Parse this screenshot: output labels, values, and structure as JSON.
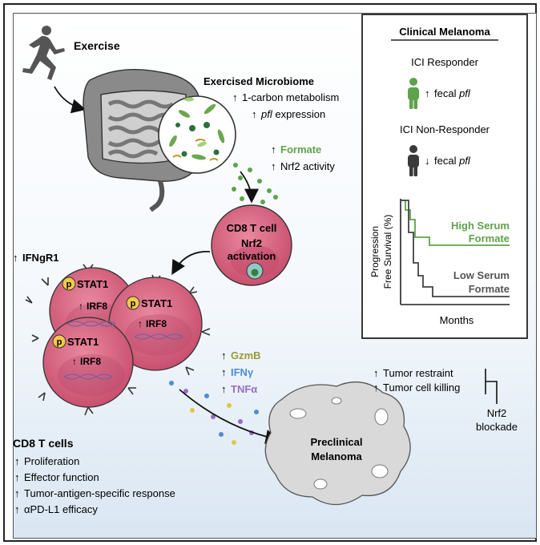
{
  "exercise": {
    "label": "Exercise"
  },
  "microbiome": {
    "title": "Exercised Microbiome",
    "line1": "1-carbon metabolism",
    "line2_italic": "pfl",
    "line2_rest": " expression"
  },
  "formate": {
    "label": "Formate",
    "nrf2": "Nrf2 activity"
  },
  "cd8_cell": {
    "line1": "CD8 T cell",
    "line2": "Nrf2",
    "line3": "activation"
  },
  "ifngr": {
    "label": "IFNgR1"
  },
  "cells": [
    {
      "stat": "STAT1",
      "irf": "IRF8",
      "p": "p"
    },
    {
      "stat": "STAT1",
      "irf": "IRF8",
      "p": "p"
    },
    {
      "stat": "STAT1",
      "irf": "IRF8",
      "p": "p"
    }
  ],
  "cytokines": [
    {
      "label": "GzmB",
      "color": "#9a9a33"
    },
    {
      "label": "IFNγ",
      "color": "#4a8ed8"
    },
    {
      "label": "TNFα",
      "color": "#9b6cc4"
    }
  ],
  "tumor": {
    "restraint": "Tumor restraint",
    "killing": "Tumor cell killing",
    "blockade1": "Nrf2",
    "blockade2": "blockade",
    "label1": "Preclinical",
    "label2": "Melanoma"
  },
  "cd8_effects": {
    "title": "CD8 T cells",
    "items": [
      "Proliferation",
      "Effector function",
      "Tumor-antigen-specific response",
      "αPD-L1 efficacy"
    ]
  },
  "clinical": {
    "title": "Clinical Melanoma",
    "responder": "ICI Responder",
    "responder_effect": "fecal ",
    "responder_gene": "pfl",
    "nonresponder": "ICI Non-Responder",
    "nonresponder_effect": "fecal ",
    "nonresponder_gene": "pfl",
    "ylabel1": "Progression",
    "ylabel2": "Free Survival (%)",
    "xlabel": "Months",
    "high1": "High Serum",
    "high2": "Formate",
    "low1": "Low Serum",
    "low2": "Formate"
  },
  "colors": {
    "green": "#5da34a",
    "formate": "#5da34a",
    "cell": "#d46a88",
    "cell_dark": "#b8476a",
    "person_dark": "#3a3a3a",
    "pcircle": "#f2c94c"
  }
}
